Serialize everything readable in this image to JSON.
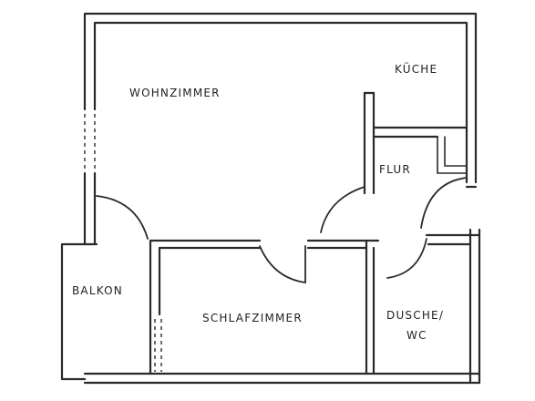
{
  "floor_plan": {
    "rooms": {
      "wohnzimmer": "WOHNZIMMER",
      "kueche": "KÜCHE",
      "flur": "FLUR",
      "balkon": "BALKON",
      "schlafzimmer": "SCHLAFZIMMER",
      "dusche_line1": "DUSCHE/",
      "dusche_line2": "WC"
    }
  }
}
